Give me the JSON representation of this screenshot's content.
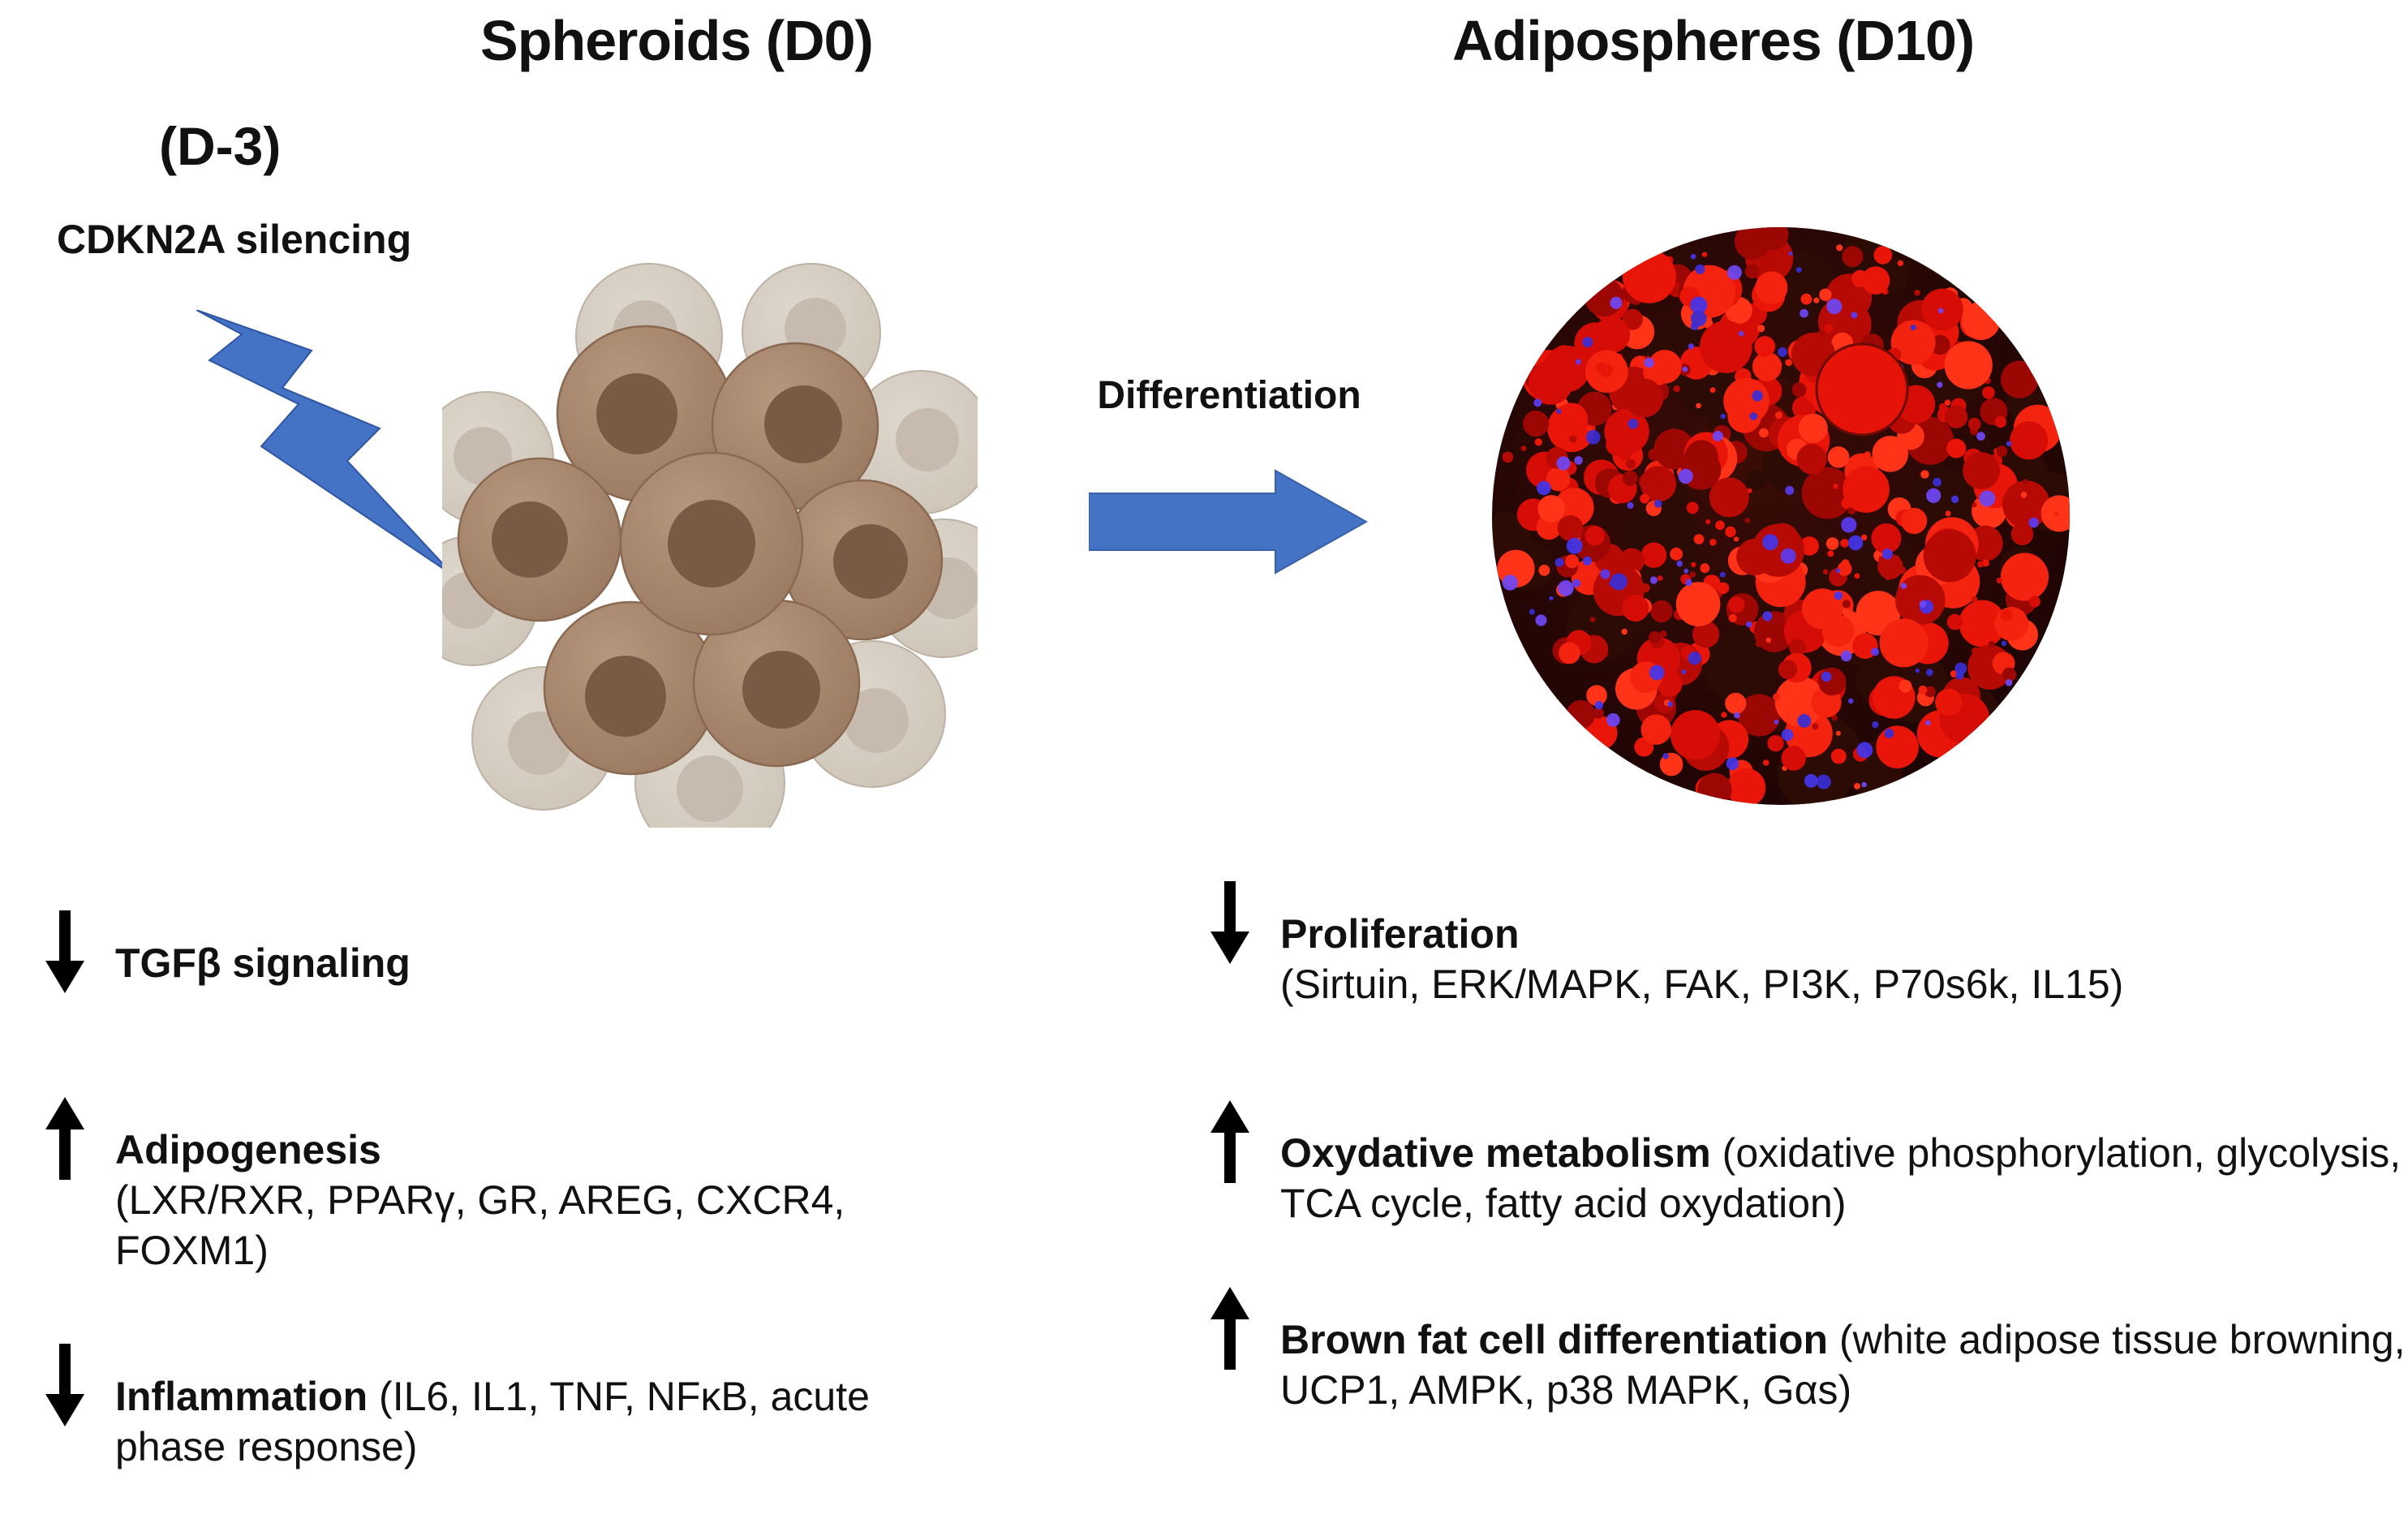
{
  "figure": {
    "left_panel_title": "Spheroids (D0)",
    "right_panel_title": "Adipospheres (D10)",
    "perturbation": {
      "timepoint": "(D-3)",
      "label": "CDKN2A silencing"
    },
    "process_arrow_label": "Differentiation",
    "spheroid_effects": [
      {
        "direction": "down",
        "term": "TGFβ signaling",
        "details": ""
      },
      {
        "direction": "up",
        "term": "Adipogenesis",
        "details": "(LXR/RXR, PPARγ, GR, AREG, CXCR4, FOXM1)"
      },
      {
        "direction": "down",
        "term": "Inflammation",
        "details": "(IL6, IL1, TNF, NFκB, acute phase response)"
      }
    ],
    "adiposphere_effects": [
      {
        "direction": "down",
        "term": "Proliferation",
        "details": "(Sirtuin, ERK/MAPK, FAK, PI3K, P70s6k, IL15)"
      },
      {
        "direction": "up",
        "term": "Oxydative metabolism",
        "details": "(oxidative phosphorylation, glycolysis, TCA cycle, fatty acid oxydation)"
      },
      {
        "direction": "up",
        "term": "Brown fat cell differentiation",
        "details": "(white adipose tissue browning, UCP1, AMPK, p38 MAPK, Gαs)"
      }
    ],
    "colors": {
      "accent_blue": "#4472C4",
      "arrow_black": "#000000",
      "adiposphere_red": "#e01008",
      "adiposphere_blue": "#4a35e8"
    }
  }
}
